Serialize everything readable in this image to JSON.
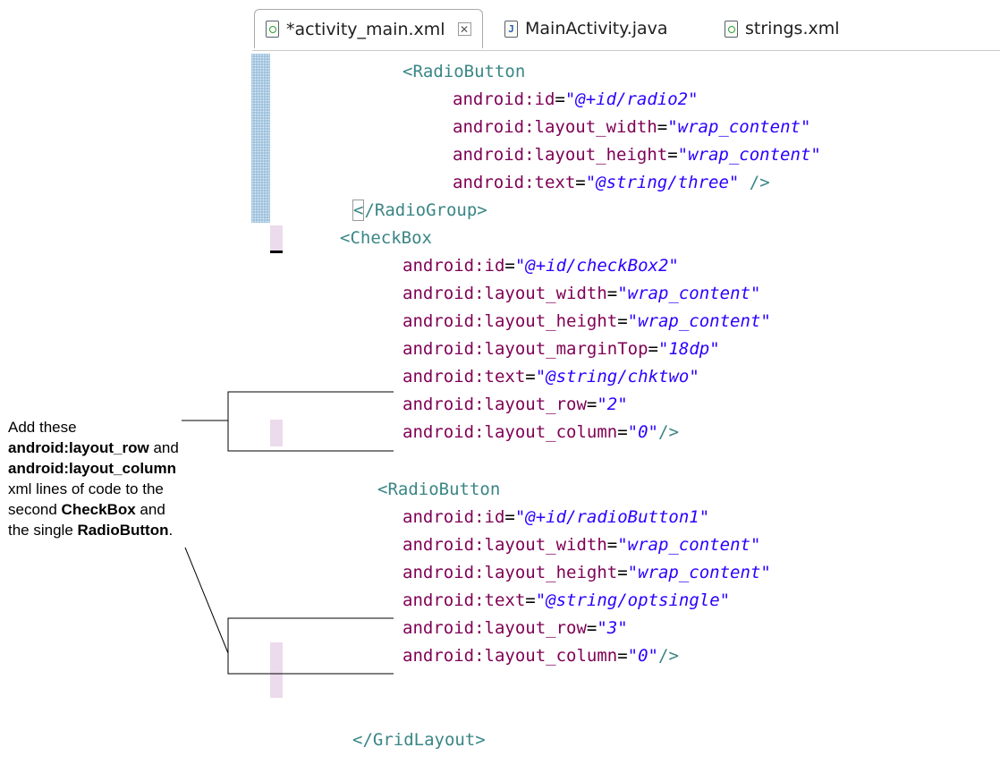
{
  "tabs": [
    {
      "label": "*activity_main.xml",
      "icon": "xml-file-icon",
      "active": true
    },
    {
      "label": "MainActivity.java",
      "icon": "java-file-icon",
      "active": false
    },
    {
      "label": "strings.xml",
      "icon": "xml-file-icon",
      "active": false
    }
  ],
  "code": {
    "radio_button_open": "<RadioButton",
    "l1_attr": "android:id",
    "l1_val": "\"@+id/radio2\"",
    "l2_attr": "android:layout_width",
    "l2_val": "\"wrap_content\"",
    "l3_attr": "android:layout_height",
    "l3_val": "\"wrap_content\"",
    "l4_attr": "android:text",
    "l4_val": "\"@string/three\"",
    "l4_end": " />",
    "radiogroup_close": "/RadioGroup>",
    "checkbox_open": "<CheckBox",
    "cb1_attr": "android:id",
    "cb1_val": "\"@+id/checkBox2\"",
    "cb2_attr": "android:layout_width",
    "cb2_val": "\"wrap_content\"",
    "cb3_attr": "android:layout_height",
    "cb3_val": "\"wrap_content\"",
    "cb4_attr": "android:layout_marginTop",
    "cb4_val": "\"18dp\"",
    "cb5_attr": "android:text",
    "cb5_val": "\"@string/chktwo\"",
    "cb6_attr": "android:layout_row",
    "cb6_val": "\"2\"",
    "cb7_attr": "android:layout_column",
    "cb7_val": "\"0\"",
    "cb7_end": "/>",
    "rb2_open": "<RadioButton",
    "rb1_attr": "android:id",
    "rb1_val": "\"@+id/radioButton1\"",
    "rb2_attr": "android:layout_width",
    "rb2_val": "\"wrap_content\"",
    "rb3_attr": "android:layout_height",
    "rb3_val": "\"wrap_content\"",
    "rb4_attr": "android:text",
    "rb4_val": "\"@string/optsingle\"",
    "rb5_attr": "android:layout_row",
    "rb5_val": "\"3\"",
    "rb6_attr": "android:layout_column",
    "rb6_val": "\"0\"",
    "rb6_end": "/>",
    "gridlayout_close": "</GridLayout>",
    "eq": "="
  },
  "annotation": {
    "line1": "Add these",
    "b1": "android:layout_row",
    "t2": " and",
    "b2": "android:layout_column",
    "t3": "xml lines of code to the",
    "t4": "second ",
    "b3": "CheckBox",
    "t5": " and",
    "t6": "the single ",
    "b4": "RadioButton",
    "t7": "."
  },
  "colors": {
    "tag": "#3a8585",
    "attribute": "#7f0055",
    "value": "#2a00ff",
    "change_marker": "#ecdbec",
    "selection_gutter": "#8fb7d6"
  }
}
